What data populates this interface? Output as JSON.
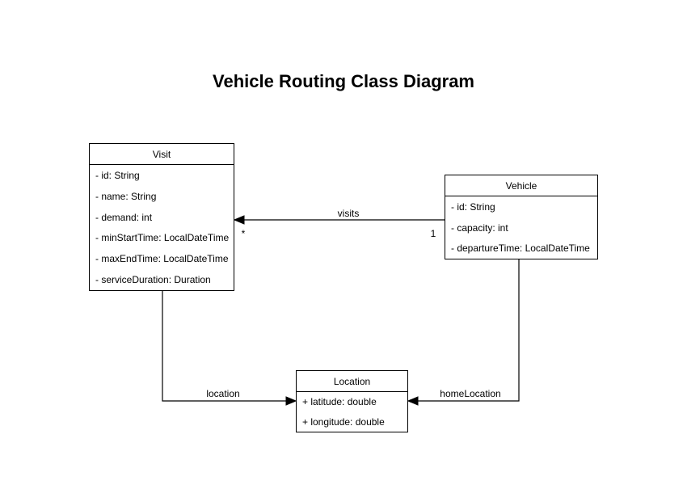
{
  "page": {
    "title": "Vehicle Routing Class Diagram",
    "background_color": "#ffffff",
    "line_color": "#000000"
  },
  "classes": {
    "visit": {
      "name": "Visit",
      "attributes": [
        "- id: String",
        "- name: String",
        "- demand: int",
        "- minStartTime: LocalDateTime",
        "- maxEndTime: LocalDateTime",
        "- serviceDuration: Duration"
      ]
    },
    "vehicle": {
      "name": "Vehicle",
      "attributes": [
        "- id: String",
        "- capacity: int",
        "- departureTime: LocalDateTime"
      ]
    },
    "location": {
      "name": "Location",
      "attributes": [
        "+ latitude: double",
        "+ longitude: double"
      ]
    }
  },
  "relationships": {
    "visits": {
      "label": "visits",
      "multiplicities": {
        "visit_end": "*",
        "vehicle_end": "1"
      }
    },
    "location": {
      "label": "location"
    },
    "homeLocation": {
      "label": "homeLocation"
    }
  }
}
